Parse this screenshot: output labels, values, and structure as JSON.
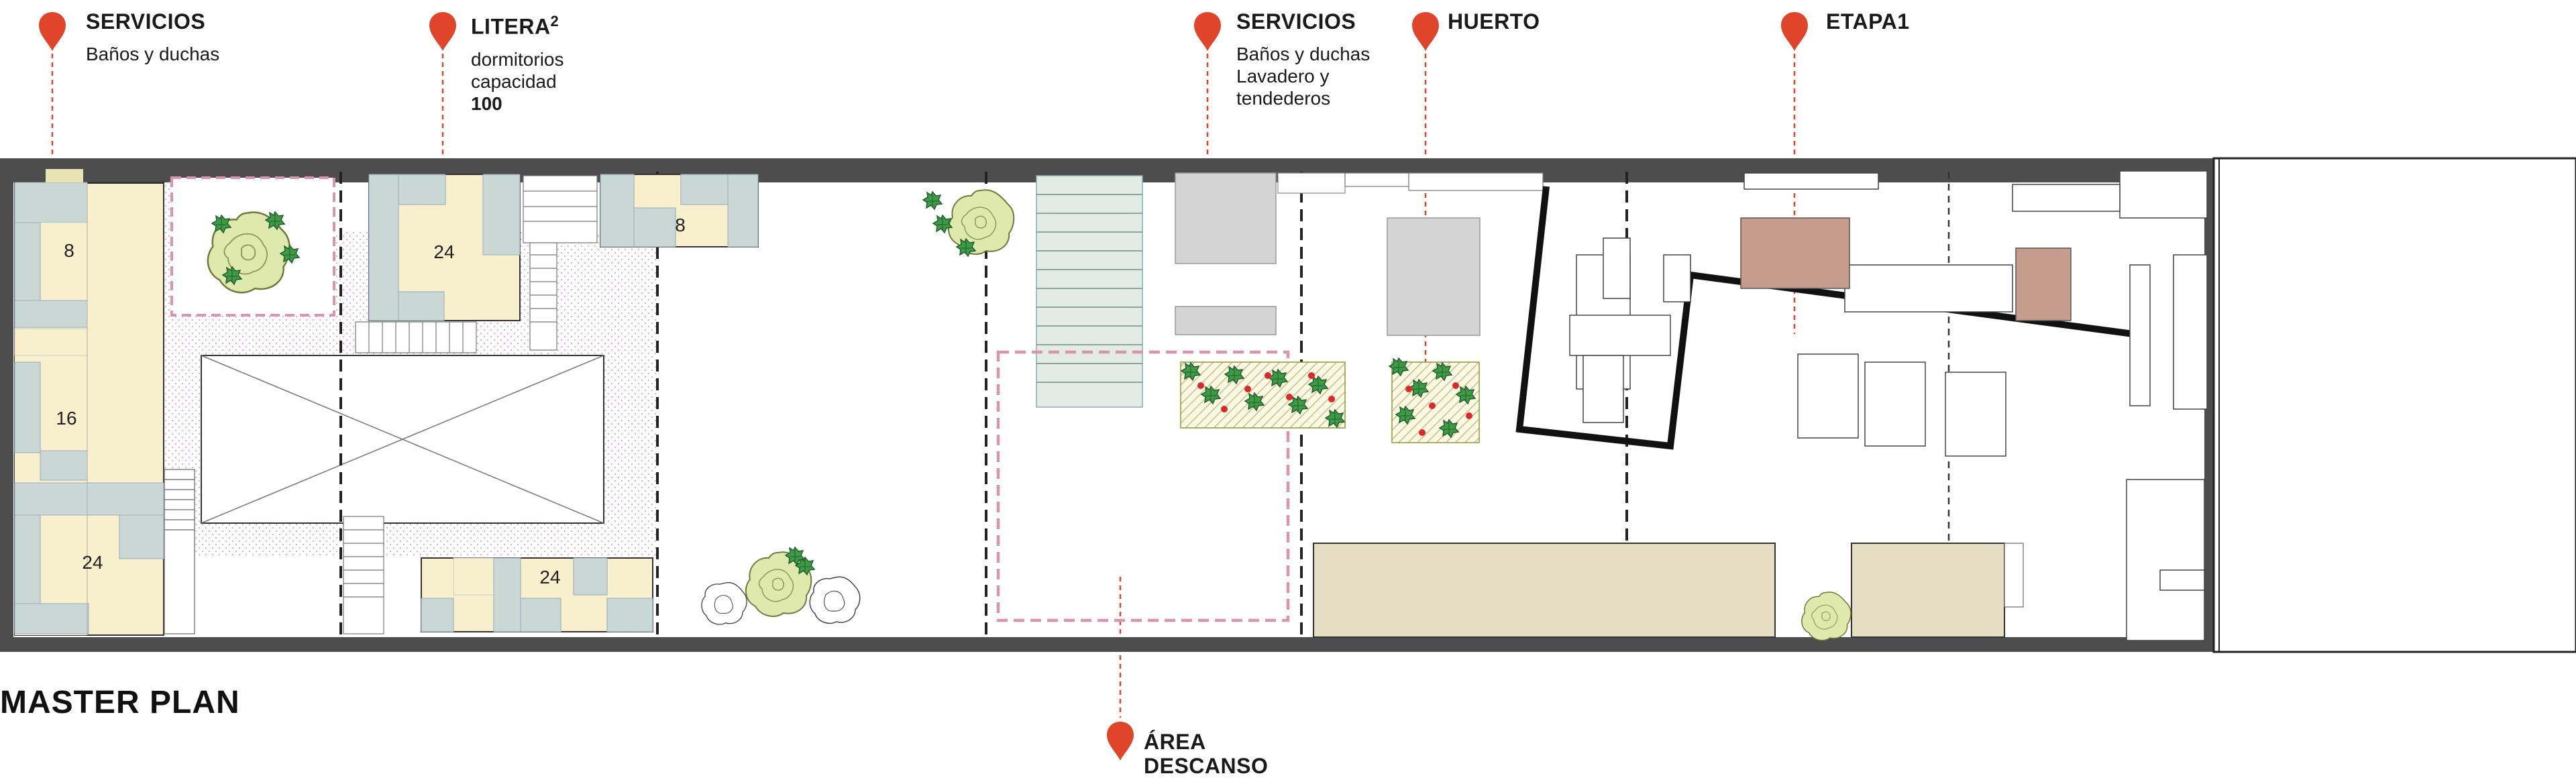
{
  "title": "MASTER PLAN",
  "colors": {
    "frame": "#4d4d4d",
    "pin": "#e0452b",
    "bed_fill": "#f8efcd",
    "bed_gray": "#cad8d5",
    "shade_box": "#d4d4d4",
    "tan_block": "#e5ddc4",
    "roof_brown": "#c69c8c",
    "dashed_pink": "#d996ab",
    "leaf_green": "#3f9a47",
    "tree_light": "#d8e6a4"
  },
  "labels": [
    {
      "title": "SERVICIOS",
      "lines": [
        "Baños y duchas"
      ],
      "bold_line": ""
    },
    {
      "title": "LITERA",
      "sup": "2",
      "lines": [
        "dormitorios",
        "capacidad"
      ],
      "bold_line": "100"
    },
    {
      "title": "SERVICIOS",
      "lines": [
        "Baños y duchas",
        "Lavadero y",
        "tendederos"
      ],
      "bold_line": ""
    },
    {
      "title": "HUERTO",
      "lines": [],
      "bold_line": ""
    },
    {
      "title": "ETAPA1",
      "lines": [],
      "bold_line": ""
    },
    {
      "title": "ÁREA",
      "lines": [],
      "bold_line": "DESCANSO"
    }
  ],
  "bed_counts": [
    "8",
    "16",
    "24",
    "24",
    "8",
    "24"
  ],
  "icons": [
    "location-pin-icon",
    "tree-icon",
    "vegetable-bed-icon"
  ]
}
